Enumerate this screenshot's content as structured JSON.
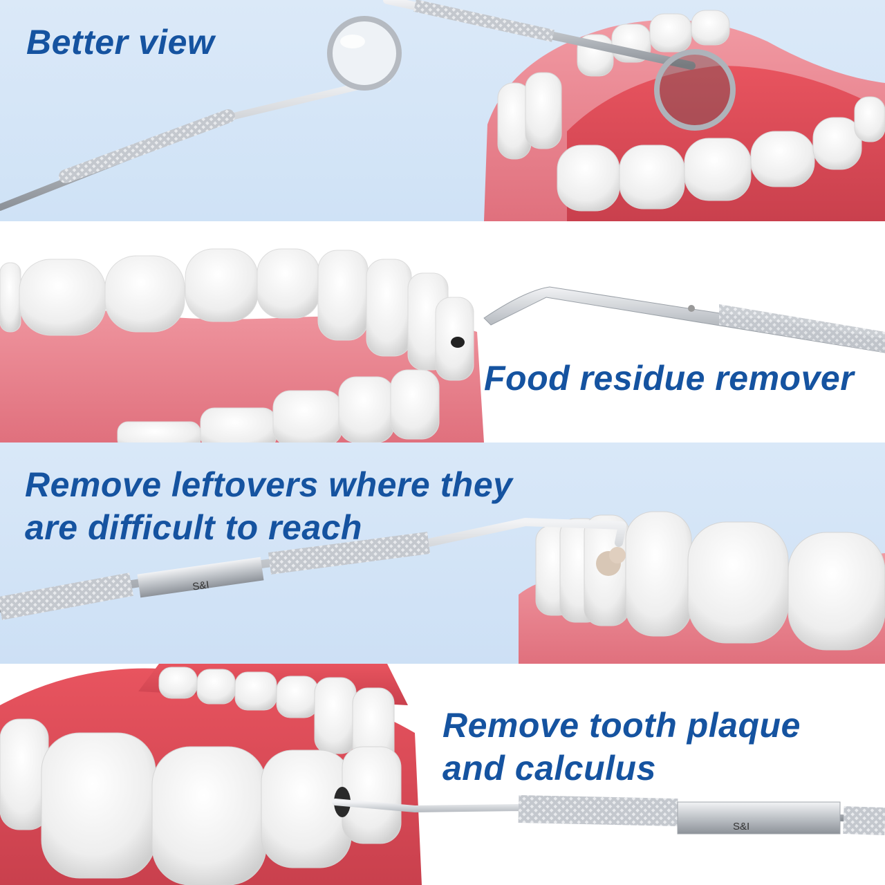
{
  "panels": [
    {
      "caption_lines": [
        "Better view"
      ]
    },
    {
      "caption_lines": [
        "Food residue remover"
      ]
    },
    {
      "caption_lines": [
        "Remove leftovers where they",
        "are difficult to reach"
      ]
    },
    {
      "caption_lines": [
        "Remove tooth plaque",
        "and calculus"
      ]
    }
  ],
  "tool_brand": "S&I",
  "colors": {
    "caption": "#1553a0",
    "gum": "#e8838e",
    "tooth": "#f6f6f6",
    "steel": "#c9ccd1"
  }
}
